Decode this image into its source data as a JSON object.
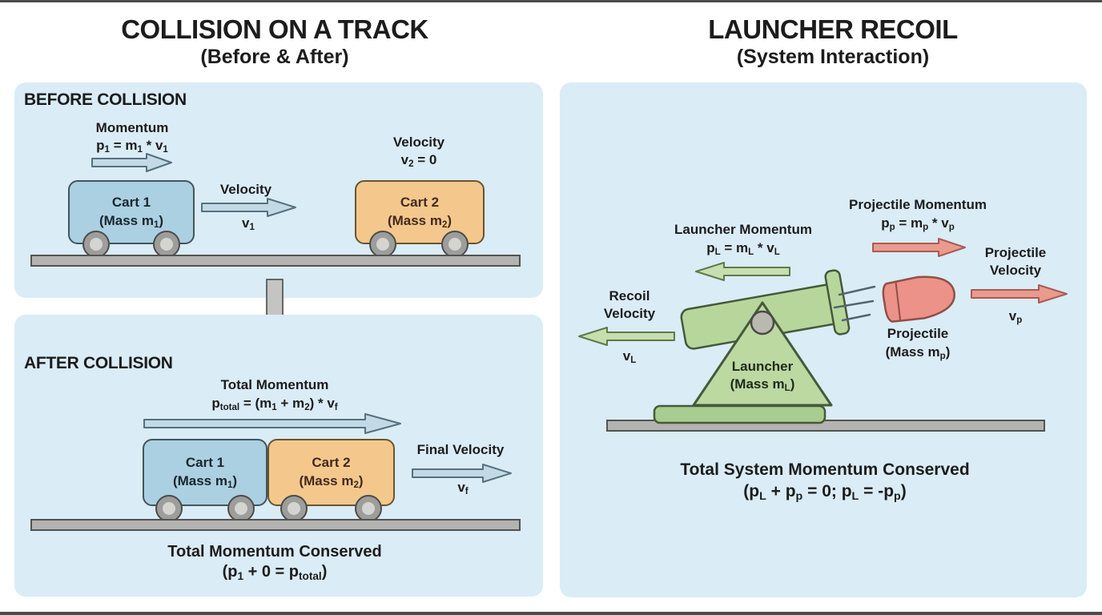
{
  "header": {
    "left_title": "COLLISION ON A TRACK",
    "left_subtitle": "(Before & After)",
    "right_title": "LAUNCHER RECOIL",
    "right_subtitle": "(System Interaction)"
  },
  "before": {
    "heading": "BEFORE COLLISION",
    "momentum_label": "Momentum",
    "momentum_formula": "p_(1) = m_(1) * v_(1)",
    "velocity_label": "Velocity",
    "velocity_value": "v_(1)",
    "cart1_name": "Cart 1",
    "cart1_mass": "(Mass m_(1))",
    "cart2_velocity_label": "Velocity",
    "cart2_velocity_value": "v_(2) = 0",
    "cart2_name": "Cart 2",
    "cart2_mass": "(Mass m_(2))"
  },
  "after": {
    "heading": "AFTER COLLISION",
    "total_momentum_label": "Total Momentum",
    "total_momentum_formula": "p_(total) = (m_(1) + m_(2)) * v_(f)",
    "cart1_name": "Cart 1",
    "cart1_mass": "(Mass m_(1))",
    "cart2_name": "Cart 2",
    "cart2_mass": "(Mass m_(2))",
    "final_velocity_label": "Final Velocity",
    "final_velocity_value": "v_(f)",
    "conserved_label": "Total Momentum Conserved",
    "conserved_formula": "(p_(1) + 0 = p_(total))"
  },
  "recoil": {
    "launcher_momentum_label": "Launcher Momentum",
    "launcher_momentum_formula": "p_(L) = m_(L) * v_(L)",
    "projectile_momentum_label": "Projectile Momentum",
    "projectile_momentum_formula": "p_(p) = m_(p) * v_(p)",
    "recoil_velocity_label": "Recoil Velocity",
    "recoil_velocity_value": "v_(L)",
    "projectile_velocity_label": "Projectile Velocity",
    "projectile_velocity_value": "v_(p)",
    "launcher_name": "Launcher",
    "launcher_mass": "(Mass m_(L))",
    "projectile_name": "Projectile",
    "projectile_mass": "(Mass m_(p))",
    "conserved_label": "Total System Momentum Conserved",
    "conserved_formula": "(p_(L) + p_(p) = 0; p_(L) = -p_(p))"
  },
  "colors": {
    "panel_bg": "#daecf6",
    "cart1_fill": "#abd0e2",
    "cart2_fill": "#f4c88c",
    "arrow_blue": "#c3dae6",
    "arrow_gray": "#c4c4c2",
    "arrow_green": "#c6dfae",
    "arrow_red": "#eb9a8e",
    "launcher_green": "#b7d69c",
    "projectile_red": "#ec9288",
    "track_gray": "#b3b3b1",
    "text": "#1c1c1c"
  }
}
